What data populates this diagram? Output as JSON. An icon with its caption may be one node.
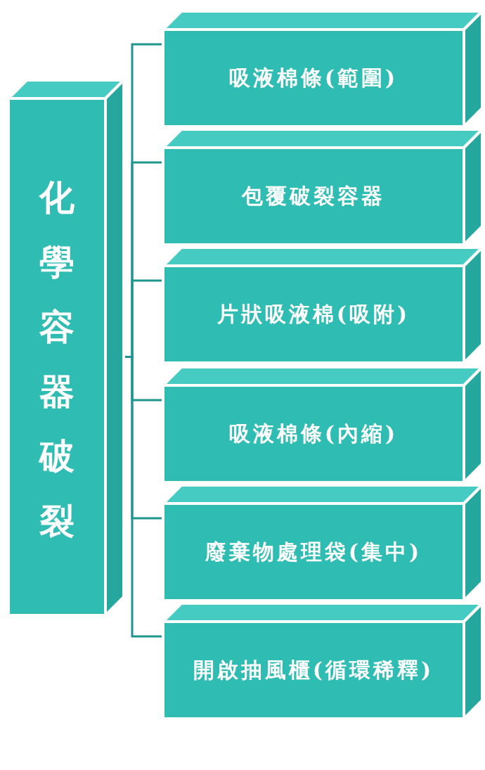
{
  "diagram": {
    "nodes": [
      {
        "text": [
          "化學容器破裂"
        ]
      },
      {
        "text": [
          "吸液棉條(範圍)"
        ]
      },
      {
        "text": [
          "包覆破裂容器"
        ]
      },
      {
        "text": [
          "片狀吸液棉(吸附)"
        ]
      },
      {
        "text": [
          "吸液棉條(內縮)"
        ]
      },
      {
        "text": [
          "廢棄物處理袋(集中)"
        ]
      },
      {
        "text": [
          "開啟抽風櫃(循環稀釋)"
        ]
      }
    ],
    "edges": [
      {
        "from": 0,
        "to": 1,
        "arrow": "none"
      },
      {
        "from": 0,
        "to": 2,
        "arrow": "none"
      },
      {
        "from": 0,
        "to": 3,
        "arrow": "none"
      },
      {
        "from": 0,
        "to": 4,
        "arrow": "none"
      },
      {
        "from": 0,
        "to": 5,
        "arrow": "none"
      },
      {
        "from": 0,
        "to": 6,
        "arrow": "none"
      }
    ]
  }
}
